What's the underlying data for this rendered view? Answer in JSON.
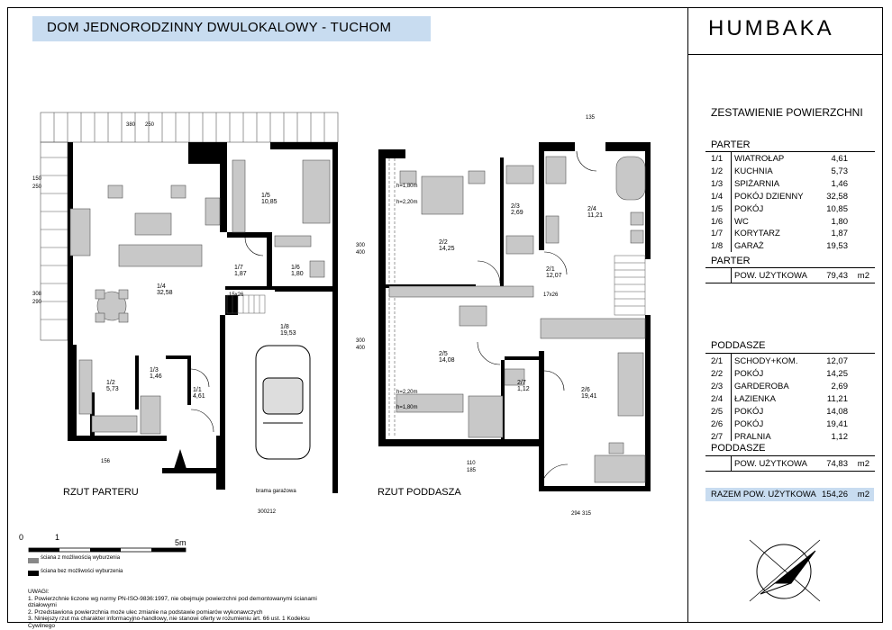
{
  "header": {
    "title": "DOM JEDNORODZINNY DWULOKALOWY - TUCHOM",
    "brand": "HUMBAKA"
  },
  "summary": {
    "title": "ZESTAWIENIE POWIERZCHNI",
    "parter": {
      "heading": "PARTER",
      "rooms": [
        {
          "code": "1/1",
          "name": "WIATROŁAP",
          "area": "4,61"
        },
        {
          "code": "1/2",
          "name": "KUCHNIA",
          "area": "5,73"
        },
        {
          "code": "1/3",
          "name": "SPIŻARNIA",
          "area": "1,46"
        },
        {
          "code": "1/4",
          "name": "POKÓJ DZIENNY",
          "area": "32,58"
        },
        {
          "code": "1/5",
          "name": "POKÓJ",
          "area": "10,85"
        },
        {
          "code": "1/6",
          "name": "WC",
          "area": "1,80"
        },
        {
          "code": "1/7",
          "name": "KORYTARZ",
          "area": "1,87"
        },
        {
          "code": "1/8",
          "name": "GARAŻ",
          "area": "19,53"
        }
      ],
      "total_heading": "PARTER",
      "total_label": "POW. UŻYTKOWA",
      "total_value": "79,43",
      "unit": "m2"
    },
    "poddasze": {
      "heading": "PODDASZE",
      "rooms": [
        {
          "code": "2/1",
          "name": "SCHODY+KOM.",
          "area": "12,07"
        },
        {
          "code": "2/2",
          "name": "POKÓJ",
          "area": "14,25"
        },
        {
          "code": "2/3",
          "name": "GARDEROBA",
          "area": "2,69"
        },
        {
          "code": "2/4",
          "name": "ŁAZIENKA",
          "area": "11,21"
        },
        {
          "code": "2/5",
          "name": "POKÓJ",
          "area": "14,08"
        },
        {
          "code": "2/6",
          "name": "POKÓJ",
          "area": "19,41"
        },
        {
          "code": "2/7",
          "name": "PRALNIA",
          "area": "1,12"
        }
      ],
      "total_heading": "PODDASZE",
      "total_label": "POW. UŻYTKOWA",
      "total_value": "74,83",
      "unit": "m2"
    },
    "grand_total": {
      "label": "RAZEM POW. UŻYTKOWA",
      "value": "154,26",
      "unit": "m2"
    }
  },
  "plans": {
    "ground_label": "RZUT PARTERU",
    "upper_label": "RZUT PODDASZA",
    "gate_label": "brama garażowa",
    "ground_rooms": [
      {
        "id": "1/5",
        "area": "10,85"
      },
      {
        "id": "1/4",
        "area": "32,58"
      },
      {
        "id": "1/7",
        "area": "1,87"
      },
      {
        "id": "1/6",
        "area": "1,80"
      },
      {
        "id": "1/8",
        "area": "19,53"
      },
      {
        "id": "1/2",
        "area": "5,73"
      },
      {
        "id": "1/3",
        "area": "1,46"
      },
      {
        "id": "1/1",
        "area": "4,61"
      }
    ],
    "upper_rooms": [
      {
        "id": "2/2",
        "area": "14,25"
      },
      {
        "id": "2/3",
        "area": "2,69"
      },
      {
        "id": "2/4",
        "area": "11,21"
      },
      {
        "id": "2/1",
        "area": "12,07"
      },
      {
        "id": "2/5",
        "area": "14,08"
      },
      {
        "id": "2/7",
        "area": "1,12"
      },
      {
        "id": "2/6",
        "area": "19,41"
      }
    ],
    "dims": {
      "d380": "380",
      "d250": "250",
      "d150": "150",
      "d308": "308",
      "d290": "290",
      "d156": "156",
      "d300": "300",
      "d212": "212",
      "d400": "400",
      "d110": "110",
      "d185": "185",
      "d294": "294",
      "d315": "315",
      "d135": "135",
      "stairs1": "15x26",
      "stairs2": "17x26",
      "h180": "h=1,80m",
      "h220": "h=2,20m"
    }
  },
  "scale": {
    "zero": "0",
    "one": "1",
    "five": "5m"
  },
  "legend": {
    "removable": "ściana z możliwością wyburzenia",
    "fixed": "ściana bez możliwości wyburzenia"
  },
  "notes": {
    "heading": "UWAGI:",
    "lines": [
      "1. Powierzchnie liczone wg normy PN-ISO-9836:1997, nie obejmuje powierzchni pod demontowanymi ścianami działowymi",
      "2. Przedstawiona powierzchnia może ulec zmianie na podstawie pomiarów wykonawczych",
      "3. Niniejszy rzut ma charakter informacyjno-handlowy, nie stanowi oferty w rozumieniu art. 66 ust. 1 Kodeksu Cywilnego"
    ]
  },
  "colors": {
    "title_bg": "#c8dcf0",
    "wall": "#000000",
    "removable_wall": "#888888",
    "furniture": "#c8c8c8"
  }
}
